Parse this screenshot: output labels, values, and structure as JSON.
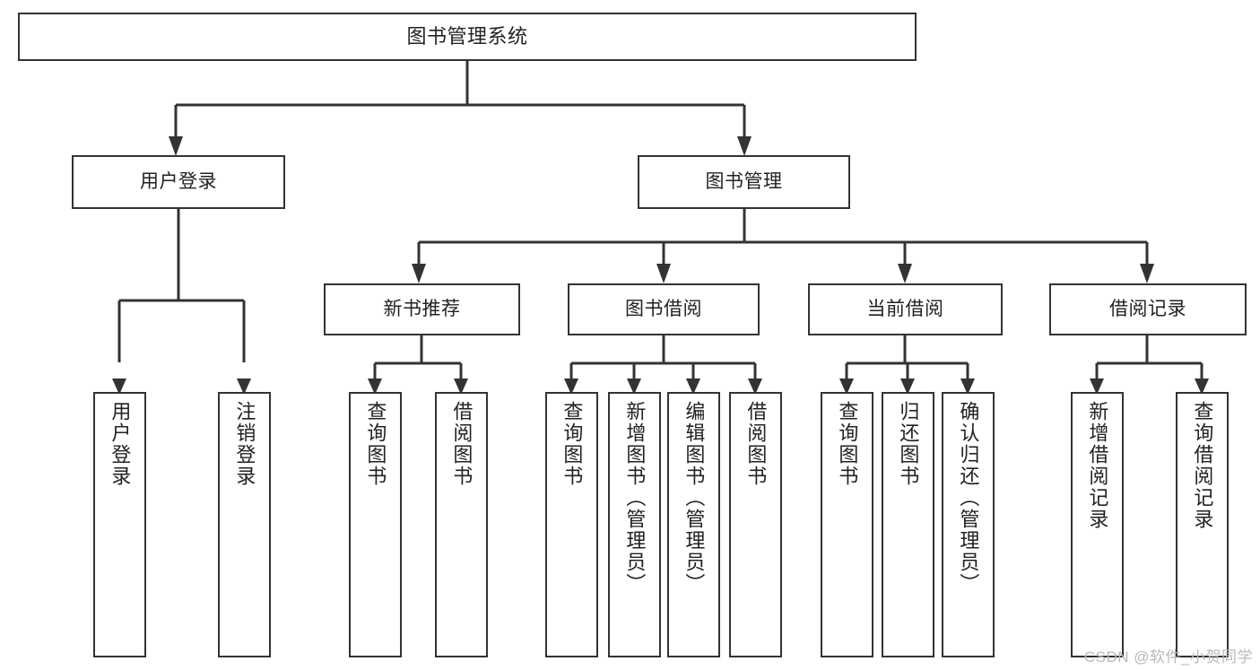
{
  "diagram": {
    "title": "图书管理系统",
    "type": "tree-hierarchy",
    "root": {
      "label": "图书管理系统"
    },
    "level1": [
      {
        "label": "用户登录"
      },
      {
        "label": "图书管理"
      }
    ],
    "level2": [
      {
        "label": "新书推荐"
      },
      {
        "label": "图书借阅"
      },
      {
        "label": "当前借阅"
      },
      {
        "label": "借阅记录"
      }
    ],
    "leaves": {
      "user_login": [
        {
          "label": "用户登录"
        },
        {
          "label": "注销登录"
        }
      ],
      "new_book_recommend": [
        {
          "label": "查询图书"
        },
        {
          "label": "借阅图书"
        }
      ],
      "book_borrow": [
        {
          "label": "查询图书"
        },
        {
          "label": "新增图书（管理员）"
        },
        {
          "label": "编辑图书（管理员）"
        },
        {
          "label": "借阅图书"
        }
      ],
      "current_borrow": [
        {
          "label": "查询图书"
        },
        {
          "label": "归还图书"
        },
        {
          "label": "确认归还（管理员）"
        }
      ],
      "borrow_record": [
        {
          "label": "新增借阅记录"
        },
        {
          "label": "查询借阅记录"
        }
      ]
    },
    "watermark": "CSDN @软件_小贺同学",
    "colors": {
      "box_border": "#333333",
      "box_fill": "#ffffff",
      "edge": "#333333",
      "text": "#222222",
      "watermark": "#b9b9b9"
    }
  }
}
